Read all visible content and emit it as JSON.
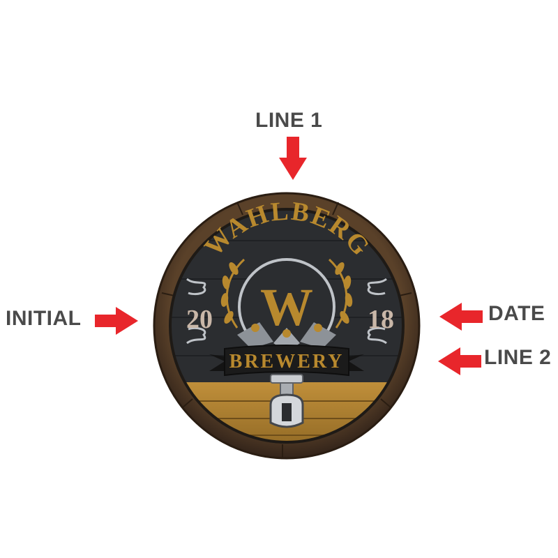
{
  "labels": {
    "line1": "LINE 1",
    "initial": "INITIAL",
    "date": "DATE",
    "line2": "LINE 2"
  },
  "sign": {
    "line1_text": "WAHLBERG",
    "initial_text": "W",
    "date_left": "20",
    "date_right": "18",
    "line2_text": "BREWERY"
  },
  "colors": {
    "arrow": "#e8262b",
    "label": "#4a4a4a",
    "gold": "#b8892e",
    "barrel_rim": "#4a3520",
    "board": "#2b2d30",
    "date": "#c9b7a8",
    "ornament": "#bfc3c8"
  },
  "icons": {
    "arrow": "arrow-icon",
    "tap": "beer-tap-icon",
    "wreath": "laurel-wreath-icon",
    "hops": "hops-icon"
  }
}
